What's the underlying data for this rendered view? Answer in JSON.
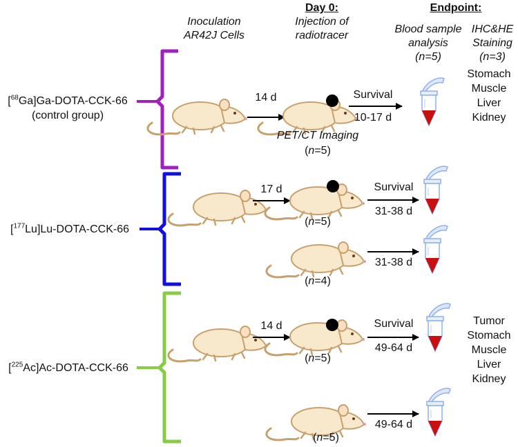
{
  "header": {
    "inoculation": [
      "Inoculation",
      "AR42J Cells"
    ],
    "day0_title": "Day 0:",
    "day0_sub": [
      "Injection of",
      "radiotracer"
    ],
    "endpoint_title": "Endpoint:",
    "blood": [
      "Blood sample",
      "analysis",
      "(n=5)"
    ],
    "ihc": [
      "IHC&HE",
      "Staining",
      "(n=3)"
    ]
  },
  "groups": {
    "ga": {
      "pre": "[",
      "sup": "68",
      "post": "Ga]Ga-DOTA-CCK-66",
      "line2": "(control group)",
      "color": "#a020c0"
    },
    "lu": {
      "pre": "[",
      "sup": "177",
      "post": "Lu]Lu-DOTA-CCK-66",
      "color": "#1010e0"
    },
    "ac": {
      "pre": "[",
      "sup": "225",
      "post": "Ac]Ac-DOTA-CCK-66",
      "color": "#88cc44"
    }
  },
  "rows": {
    "r1": {
      "days": "14 d",
      "survival": "Survival",
      "range": "10-17 d",
      "imaging": "PET/CT Imaging",
      "n": "(n=5)"
    },
    "r2": {
      "days": "17 d",
      "survival": "Survival",
      "range": "31-38 d",
      "n": "(n=5)"
    },
    "r3": {
      "range": "31-38 d",
      "n": "(n=4)"
    },
    "r4": {
      "days": "14 d",
      "survival": "Survival",
      "range": "49-64 d",
      "n": "(n=5)"
    },
    "r5": {
      "range": "49-64 d",
      "n": "(n=5)"
    }
  },
  "tissues": {
    "ga": [
      "Stomach",
      "Muscle",
      "Liver",
      "Kidney"
    ],
    "ac": [
      "Tumor",
      "Stomach",
      "Muscle",
      "Liver",
      "Kidney"
    ]
  },
  "icons": {
    "mouse": "mouse-icon",
    "tumor": "tumor-icon",
    "tube": "blood-tube-icon"
  }
}
